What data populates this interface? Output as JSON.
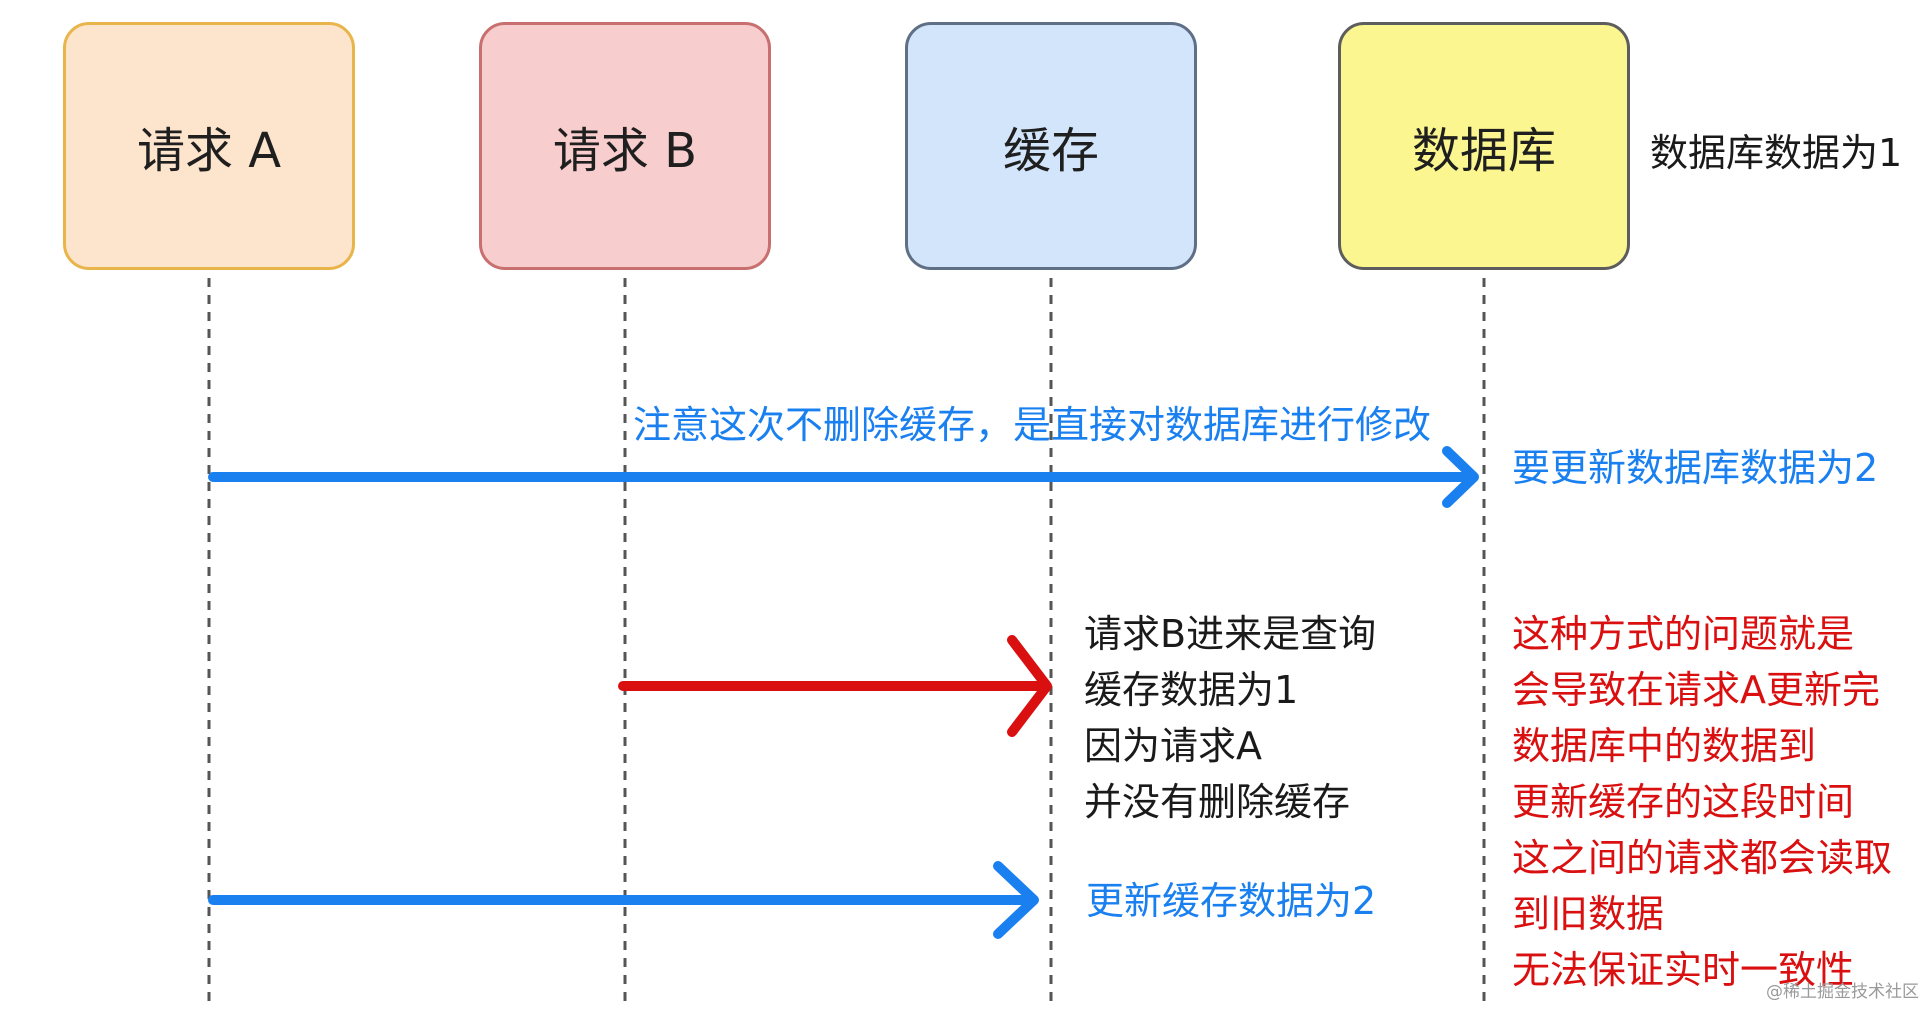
{
  "actors": {
    "request_a": "请求 A",
    "request_b": "请求 B",
    "cache": "缓存",
    "database": "数据库"
  },
  "notes": {
    "db_initial": "数据库数据为1",
    "update_db": "注意这次不删除缓存，是直接对数据库进行修改",
    "update_db_target": "要更新数据库数据为2",
    "update_cache": "更新缓存数据为2",
    "request_b_lines": [
      "请求B进来是查询",
      "缓存数据为1",
      "因为请求A",
      "并没有删除缓存"
    ],
    "problem_lines": [
      "这种方式的问题就是",
      "会导致在请求A更新完",
      "数据库中的数据到",
      "更新缓存的这段时间",
      "这之间的请求都会读取",
      "到旧数据",
      "无法保证实时一致性"
    ]
  },
  "watermark": "@稀土掘金技术社区",
  "colors": {
    "blue": "#1a80f0",
    "red": "#d90f10",
    "request_a_fill": "#fde4cc",
    "request_b_fill": "#f7cdcd",
    "cache_fill": "#d2e5fa",
    "database_fill": "#fbf68f"
  }
}
